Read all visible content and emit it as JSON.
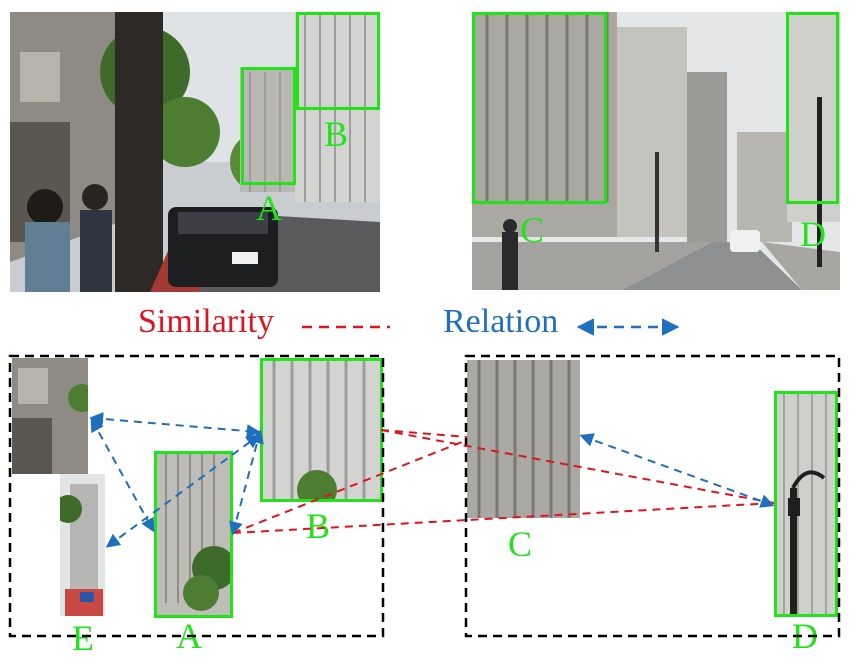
{
  "legend": {
    "similarity": "Similarity",
    "relation": "Relation"
  },
  "top_labels": {
    "a": "A",
    "b": "B",
    "c": "C",
    "d": "D"
  },
  "bottom_labels": {
    "a": "A",
    "b": "B",
    "c": "C",
    "d": "D",
    "e": "E"
  },
  "colors": {
    "box": "#22e31a",
    "similarity": "#e0141e",
    "relation": "#1f6fbf",
    "group": "#000000"
  }
}
